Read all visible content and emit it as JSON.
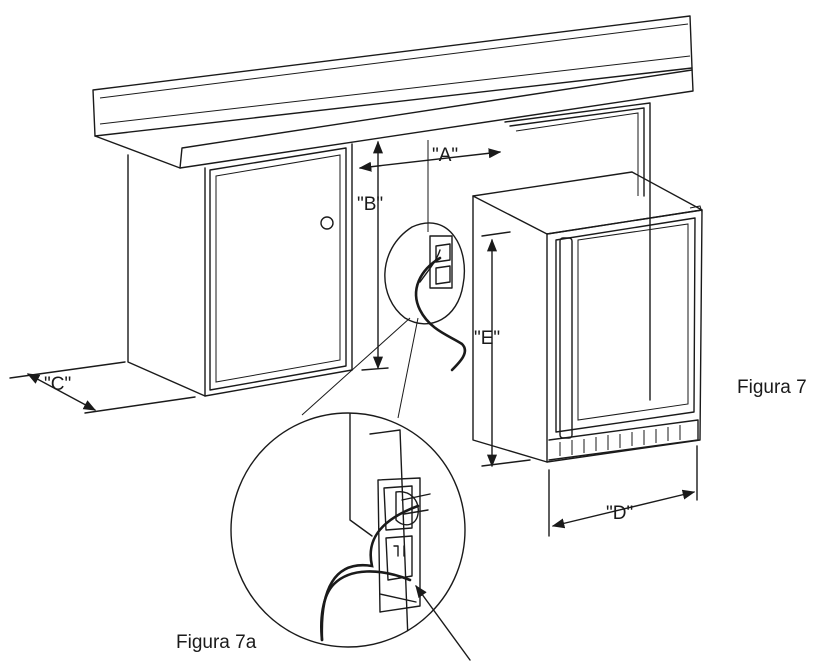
{
  "labels": {
    "a": "\"A\"",
    "b": "\"B\"",
    "c": "\"C\"",
    "d": "\"D\"",
    "e": "\"E\""
  },
  "captions": {
    "figure": "Figura 7",
    "detail": "Figura 7a"
  },
  "colors": {
    "line": "#1a1a1a",
    "background": "#ffffff"
  }
}
